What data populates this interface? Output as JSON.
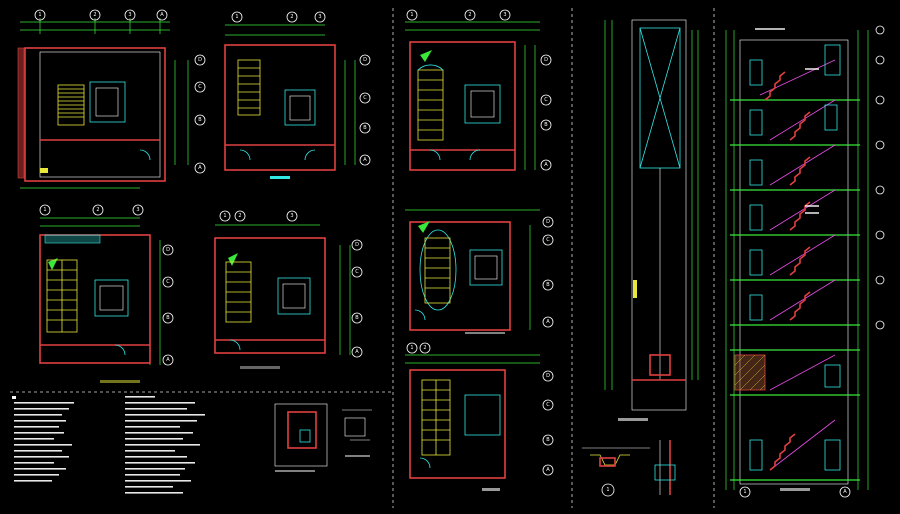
{
  "colors": {
    "background": "#000000",
    "walls": "#e04040",
    "dimensions": "#39e839",
    "stairs": "#e8e83a",
    "elevator": "#33e6e6",
    "text": "#ffffff",
    "accent": "#e84ce8"
  },
  "grid_axes": [
    "1",
    "2",
    "3",
    "A",
    "B",
    "C",
    "D"
  ],
  "icons": [
    "grid-bubble-icon",
    "section-marker-icon",
    "door-swing-icon"
  ]
}
